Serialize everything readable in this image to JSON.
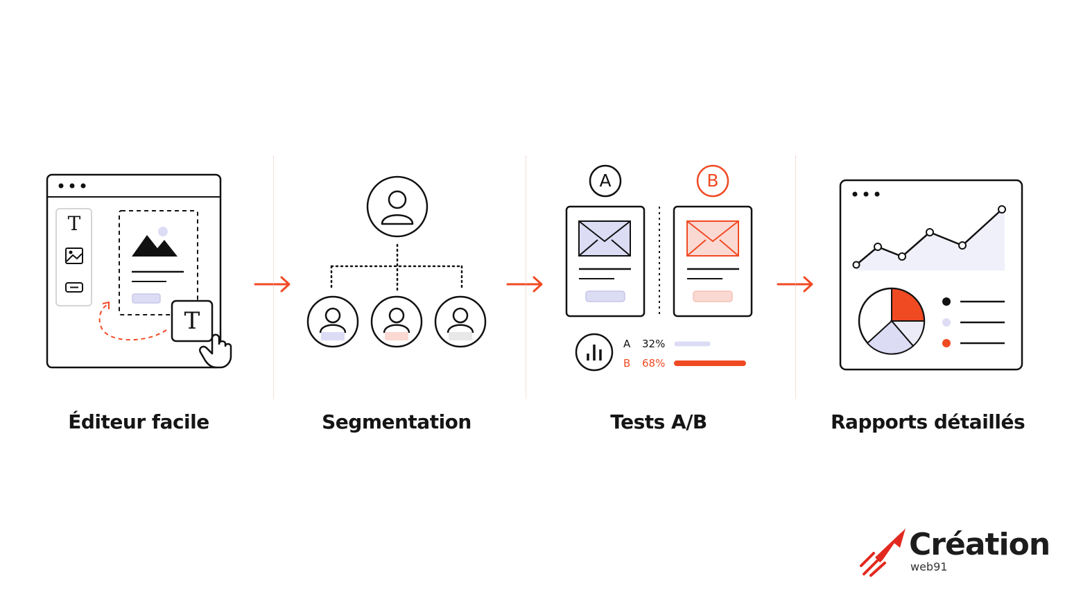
{
  "colors": {
    "accent": "#f04a23",
    "ink": "#111111",
    "lavender": "#dcdcf5",
    "blush": "#fbd9d3"
  },
  "steps": [
    {
      "label": "Éditeur facile",
      "icon": "editor-window-icon"
    },
    {
      "label": "Segmentation",
      "icon": "segmentation-tree-icon"
    },
    {
      "label": "Tests A/B",
      "icon": "ab-test-icon"
    },
    {
      "label": "Rapports détaillés",
      "icon": "report-dashboard-icon"
    }
  ],
  "editor": {
    "tool_text": "T",
    "drag_text": "T"
  },
  "abtest": {
    "variant_a": "A",
    "variant_b": "B",
    "results": [
      {
        "label": "A",
        "percent": "32%",
        "value": 0.32
      },
      {
        "label": "B",
        "percent": "68%",
        "value": 0.68
      }
    ]
  },
  "brand": {
    "name": "Création",
    "sub": "web91"
  }
}
